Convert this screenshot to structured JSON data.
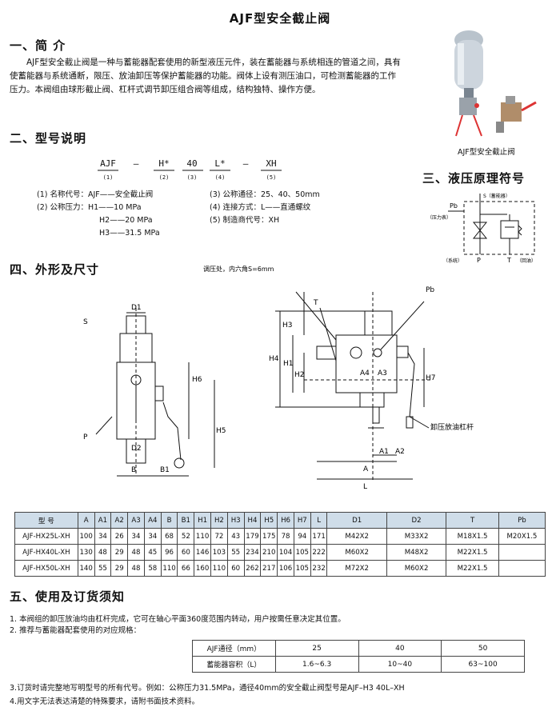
{
  "title": "AJF型安全截止阀",
  "sec1": {
    "heading": "一、简 介",
    "text": "AJF型安全截止阀是一种与蓄能器配套使用的新型液压元件，装在蓄能器与系统相连的管道之间，具有使蓄能器与系统通断，限压、放油卸压等保护蓄能器的功能。阀体上设有测压油口，可检测蓄能器的工作压力。本阀组由球形截止阀、杠杆式调节卸压组合阀等组成，结构独特、操作方便。"
  },
  "photo_caption": "AJF型安全截止阀",
  "sec2": {
    "heading": "二、型号说明",
    "code": [
      {
        "part": "AJF",
        "num": "(1)"
      },
      {
        "part": "–",
        "num": ""
      },
      {
        "part": "H*",
        "num": "(2)"
      },
      {
        "part": "40",
        "num": "(3)"
      },
      {
        "part": "L*",
        "num": "(4)"
      },
      {
        "part": "–",
        "num": ""
      },
      {
        "part": "XH",
        "num": "(5)"
      }
    ],
    "left": [
      "(1) 名称代号：AJF——安全截止阀",
      "(2) 公称压力：H1——10 MPa",
      "H2——20 MPa",
      "H3——31.5 MPa"
    ],
    "right": [
      "(3) 公称通径：25、40、50mm",
      "(4) 连接方式：L——直通螺纹",
      "(5) 制造商代号：XH"
    ]
  },
  "sec3": {
    "heading": "三、液压原理符号",
    "labels": {
      "s": "S（蓄能器）",
      "pb": "Pb",
      "pb_sub": "（压力表）",
      "p": "P",
      "p_sub": "（系统）",
      "t": "T",
      "t_sub": "（回油）"
    }
  },
  "sec4": {
    "heading": "四、外形及尺寸",
    "note": "调压处，内六角S=6mm",
    "labels": {
      "d1": "D1",
      "s": "S",
      "h6": "H6",
      "h5": "H5",
      "p": "P",
      "d2": "D2",
      "b": "B",
      "b1": "B1",
      "t": "T",
      "pb": "Pb",
      "h3": "H3",
      "h4": "H4",
      "h1": "H1",
      "h2": "H2",
      "a4": "A4",
      "a3": "A3",
      "h7": "H7",
      "lever": "卸压放油杠杆",
      "a1": "A1",
      "a2": "A2",
      "a": "A",
      "l": "L"
    }
  },
  "spec_table": {
    "headers": [
      "型 号",
      "A",
      "A1",
      "A2",
      "A3",
      "A4",
      "B",
      "B1",
      "H1",
      "H2",
      "H3",
      "H4",
      "H5",
      "H6",
      "H7",
      "L",
      "D1",
      "D2",
      "T",
      "Pb"
    ],
    "rows": [
      [
        "AJF-HX25L-XH",
        "100",
        "34",
        "26",
        "34",
        "34",
        "68",
        "52",
        "110",
        "72",
        "43",
        "179",
        "175",
        "78",
        "94",
        "171",
        "M42X2",
        "M33X2",
        "M18X1.5",
        "M20X1.5"
      ],
      [
        "AJF-HX40L-XH",
        "130",
        "48",
        "29",
        "48",
        "45",
        "96",
        "60",
        "146",
        "103",
        "55",
        "234",
        "210",
        "104",
        "105",
        "222",
        "M60X2",
        "M48X2",
        "M22X1.5",
        ""
      ],
      [
        "AJF-HX50L-XH",
        "140",
        "55",
        "29",
        "48",
        "58",
        "110",
        "66",
        "160",
        "110",
        "60",
        "262",
        "217",
        "106",
        "105",
        "232",
        "M72X2",
        "M60X2",
        "M22X1.5",
        ""
      ]
    ]
  },
  "sec5": {
    "heading": "五、使用及订货须知",
    "item1": "1. 本阀组的卸压放油均由杠杆完成，它可在轴心平面360度范围内转动，用户按需任意决定其位置。",
    "item2": "2. 推荐与蓄能器配套使用的对应规格：",
    "acc_table": [
      [
        "AJF通径（mm）",
        "25",
        "40",
        "50"
      ],
      [
        "蓄能器容积（L）",
        "1.6~6.3",
        "10~40",
        "63~100"
      ]
    ],
    "item3": "3.订货时请完整地写明型号的所有代号。例如：公称压力31.5MPa，通径40mm的安全截止阀型号是AJF–H3 40L–XH",
    "item4": "4.用文字无法表达清楚的特殊要求，请附书面技术资料。"
  }
}
